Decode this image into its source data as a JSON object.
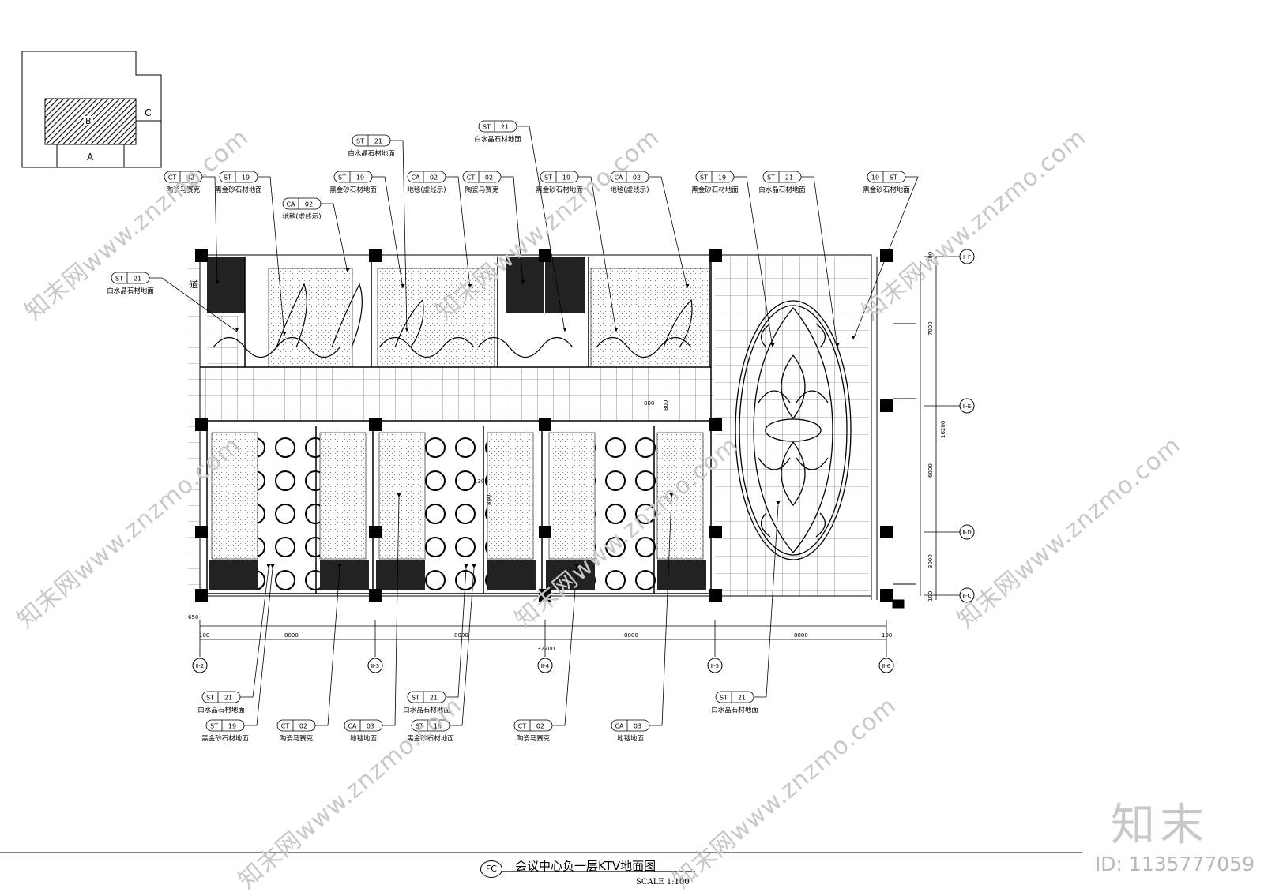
{
  "title": "会议中心负一层KTV地面图",
  "title_tag": "FC",
  "scale": "SCALE 1:100",
  "brand": "知末",
  "image_id": "ID: 1135777059",
  "watermark": "知末网www.znzmo.com",
  "key_plan": {
    "a": "A",
    "b": "B",
    "c": "C"
  },
  "dimensions": {
    "bay": "8000",
    "total": "32200",
    "edge": "100",
    "v_total": "16200",
    "v_7000": "7000",
    "v_6000": "6000",
    "v_3000": "3000",
    "v_100": "100",
    "detail_800a": "800",
    "detail_800b": "800",
    "detail_1300": "1300",
    "detail_800c": "800",
    "left_tag": "650",
    "corridor": "道"
  },
  "grid_bubbles_bottom": [
    "Ⅱ-2",
    "Ⅱ-3",
    "Ⅱ-4",
    "Ⅱ-5",
    "Ⅱ-6"
  ],
  "grid_bubbles_right": [
    "Ⅱ-F",
    "Ⅱ-E",
    "Ⅱ-D",
    "Ⅱ-C"
  ],
  "top_tags": [
    {
      "code": "CT",
      "num": "02",
      "label": "陶瓷马赛克"
    },
    {
      "code": "ST",
      "num": "19",
      "label": "黑金砂石材地面"
    },
    {
      "code": "CA",
      "num": "02",
      "label": "地毯(虚线示)"
    },
    {
      "code": "ST",
      "num": "21",
      "label": "白水晶石材地面"
    },
    {
      "code": "ST",
      "num": "19",
      "label": "黑金砂石材地面"
    },
    {
      "code": "CA",
      "num": "02",
      "label": "地毯(虚线示)"
    },
    {
      "code": "CT",
      "num": "02",
      "label": "陶瓷马赛克"
    },
    {
      "code": "ST",
      "num": "21",
      "label": "白水晶石材地面"
    },
    {
      "code": "ST",
      "num": "19",
      "label": "黑金砂石材地面"
    },
    {
      "code": "CA",
      "num": "02",
      "label": "地毯(虚线示)"
    },
    {
      "code": "ST",
      "num": "19",
      "label": "黑金砂石材地面"
    },
    {
      "code": "ST",
      "num": "21",
      "label": "白水晶石材地面"
    },
    {
      "code": "19",
      "num": "ST",
      "label": "黑金砂石材地面"
    },
    {
      "code": "ST",
      "num": "21",
      "label": "白水晶石材地面"
    }
  ],
  "bottom_tags": [
    {
      "code": "ST",
      "num": "21",
      "label": "白水晶石材地面"
    },
    {
      "code": "ST",
      "num": "19",
      "label": "黑金砂石材地面"
    },
    {
      "code": "CT",
      "num": "02",
      "label": "陶瓷马赛克"
    },
    {
      "code": "CA",
      "num": "03",
      "label": "地毯地面"
    },
    {
      "code": "ST",
      "num": "21",
      "label": "白水晶石材地面"
    },
    {
      "code": "ST",
      "num": "19",
      "label": "黑金砂石材地面"
    },
    {
      "code": "CT",
      "num": "02",
      "label": "陶瓷马赛克"
    },
    {
      "code": "CA",
      "num": "03",
      "label": "地毯地面"
    },
    {
      "code": "ST",
      "num": "21",
      "label": "白水晶石材地面"
    }
  ]
}
